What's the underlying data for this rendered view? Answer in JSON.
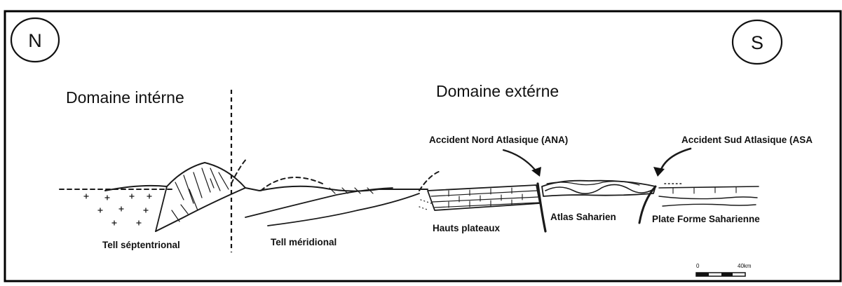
{
  "compass": {
    "north": "N",
    "south": "S"
  },
  "domains": {
    "internal": "Domaine intérne",
    "external": "Domaine extérne"
  },
  "faults": {
    "north_atlas": "Accident Nord Atlasique (ANA)",
    "south_atlas": "Accident Sud Atlasique (ASA"
  },
  "units": {
    "tell_north": "Tell séptentrional",
    "tell_south": "Tell  méridional",
    "hauts_plateaux": "Hauts plateaux",
    "atlas_saharien": "Atlas Saharien",
    "plate_forme": "Plate Forme Saharienne"
  },
  "scale_bar": {
    "start": "0",
    "end": "40km"
  },
  "colors": {
    "ink": "#1a1a1a",
    "frame": "#000000",
    "background": "#ffffff"
  }
}
